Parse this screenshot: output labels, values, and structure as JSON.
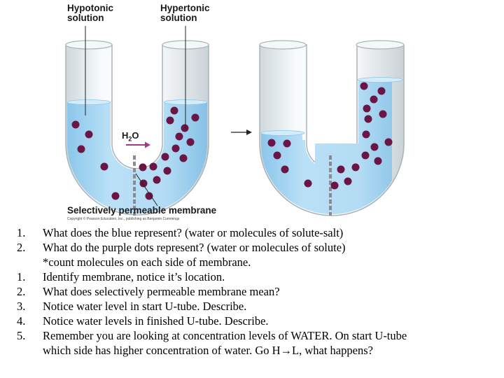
{
  "figure": {
    "label_left_line1": "Hypotonic",
    "label_left_line2": "solution",
    "label_right_line1": "Hypertonic",
    "label_right_line2": "solution",
    "water_label": "H",
    "water_sub": "2",
    "water_suffix": "O",
    "membrane_label": "Selectively permeable membrane",
    "copyright": "Copyright © Pearson Education, Inc., publishing as Benjamin Cummings",
    "colors": {
      "water": "#a9d6f2",
      "molecule": "#6b1446",
      "arrow": "#a23a86",
      "membrane": "#8c8c8c",
      "tube_glass": "#eef4f6"
    }
  },
  "questions": [
    {
      "num": "1.",
      "text": "What does the blue represent? (water or molecules of solute-salt)"
    },
    {
      "num": "2.",
      "text": "What do the purple dots represent? (water or molecules of solute)"
    },
    {
      "num": "",
      "text": "*count molecules on each side of membrane."
    },
    {
      "num": "1.",
      "text": "Identify membrane, notice it’s location."
    },
    {
      "num": "2.",
      "text": "What does selectively permeable membrane mean?"
    },
    {
      "num": "3.",
      "text": "Notice water level in start U-tube.  Describe."
    },
    {
      "num": "4.",
      "text": "Notice water levels in finished U-tube.  Describe."
    },
    {
      "num": "5.",
      "text": "Remember you are looking at concentration levels of WATER.  On start U-tube"
    },
    {
      "num": "",
      "text": "which side has higher concentration of water. Go H→L, what happens?"
    }
  ]
}
